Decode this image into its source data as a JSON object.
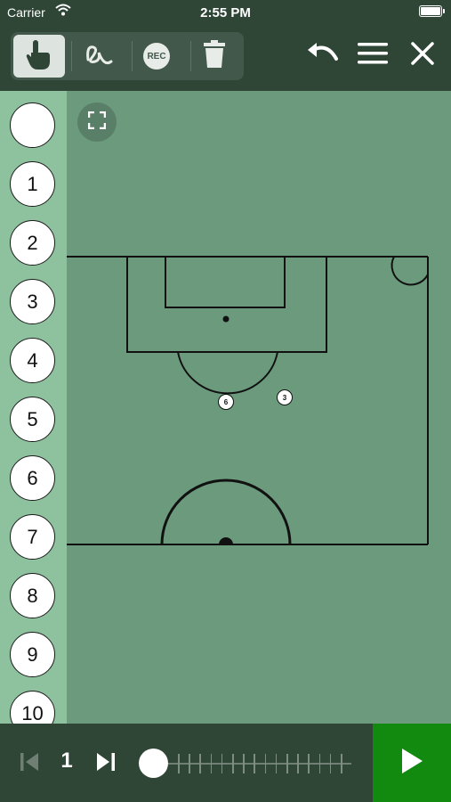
{
  "status_bar": {
    "carrier": "Carrier",
    "time": "2:55 PM"
  },
  "toolbar": {
    "tools": [
      "hand-pointer-icon",
      "freehand-draw-icon",
      "record-icon",
      "trash-icon"
    ],
    "record_label": "REC",
    "right_tools": [
      "undo-icon",
      "menu-icon",
      "close-icon"
    ]
  },
  "sidebar": {
    "players": [
      "",
      "1",
      "2",
      "3",
      "4",
      "5",
      "6",
      "7",
      "8",
      "9",
      "10"
    ]
  },
  "field": {
    "markers": [
      "6",
      "3"
    ]
  },
  "playback": {
    "frame": "1",
    "slider_value_fraction": 0
  },
  "colors": {
    "field": "#6b9a7c",
    "sidebar": "#8ec19e",
    "toolbar": "#2f4637",
    "play": "#128a0f"
  }
}
